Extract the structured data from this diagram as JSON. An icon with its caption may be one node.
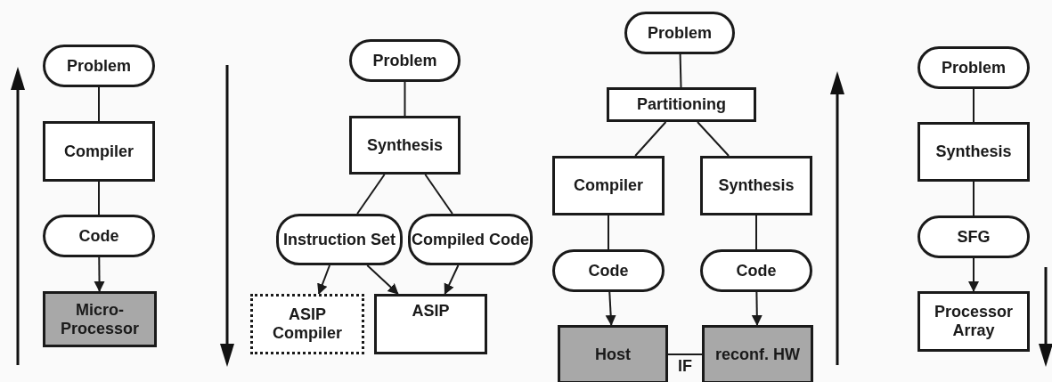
{
  "diagram": {
    "nodes": [
      {
        "text": [
          "Problem"
        ]
      },
      {
        "text": [
          "Compiler"
        ]
      },
      {
        "text": [
          "Code"
        ]
      },
      {
        "text": [
          "Micro-Processor"
        ]
      },
      {
        "text": [
          "Problem"
        ]
      },
      {
        "text": [
          "Synthesis"
        ]
      },
      {
        "text": [
          "Instruction Set"
        ]
      },
      {
        "text": [
          "Compiled Code"
        ]
      },
      {
        "text": [
          "ASIP Compiler"
        ]
      },
      {
        "text": [
          "ASIP"
        ]
      },
      {
        "text": [
          "Problem"
        ]
      },
      {
        "text": [
          "Partitioning"
        ]
      },
      {
        "text": [
          "Compiler"
        ]
      },
      {
        "text": [
          "Synthesis"
        ]
      },
      {
        "text": [
          "Code"
        ]
      },
      {
        "text": [
          "Code"
        ]
      },
      {
        "text": [
          "Host"
        ]
      },
      {
        "text": [
          "reconf. HW"
        ]
      },
      {
        "text": [
          "Problem"
        ]
      },
      {
        "text": [
          "Synthesis"
        ]
      },
      {
        "text": [
          "SFG"
        ]
      },
      {
        "text": [
          "Processor Array"
        ]
      }
    ],
    "edges": [
      {
        "from": 0,
        "to": 1,
        "arrow": "none"
      },
      {
        "from": 1,
        "to": 2,
        "arrow": "none"
      },
      {
        "from": 2,
        "to": 3,
        "arrow": "to"
      },
      {
        "from": 4,
        "to": 5,
        "arrow": "none"
      },
      {
        "from": 5,
        "to": 6,
        "arrow": "none"
      },
      {
        "from": 5,
        "to": 7,
        "arrow": "none"
      },
      {
        "from": 6,
        "to": 8,
        "arrow": "to"
      },
      {
        "from": 6,
        "to": 9,
        "arrow": "to"
      },
      {
        "from": 7,
        "to": 9,
        "arrow": "to"
      },
      {
        "from": 10,
        "to": 11,
        "arrow": "none"
      },
      {
        "from": 11,
        "to": 12,
        "arrow": "none"
      },
      {
        "from": 11,
        "to": 13,
        "arrow": "none"
      },
      {
        "from": 12,
        "to": 14,
        "arrow": "none"
      },
      {
        "from": 13,
        "to": 15,
        "arrow": "none"
      },
      {
        "from": 14,
        "to": 16,
        "arrow": "to"
      },
      {
        "from": 15,
        "to": 17,
        "arrow": "to"
      },
      {
        "from": 16,
        "to": 17,
        "arrow": "none",
        "label": "IF"
      },
      {
        "from": 18,
        "to": 19,
        "arrow": "none"
      },
      {
        "from": 19,
        "to": 20,
        "arrow": "none"
      },
      {
        "from": 20,
        "to": 21,
        "arrow": "to"
      }
    ]
  }
}
